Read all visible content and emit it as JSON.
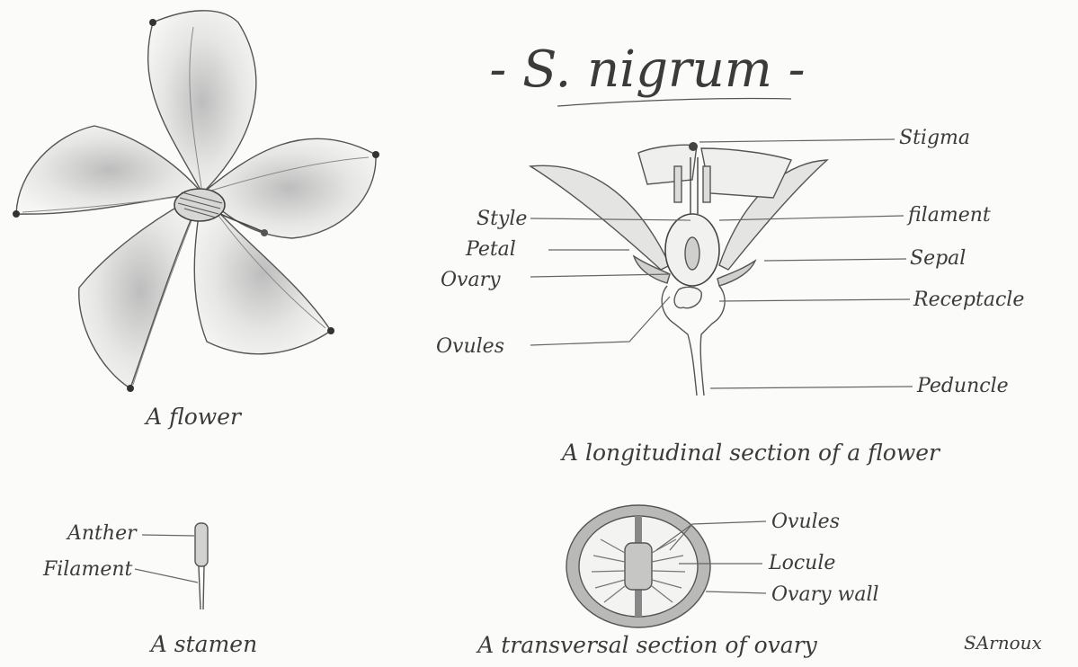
{
  "title": "- S. nigrum -",
  "signature": "SArnoux",
  "colors": {
    "paper": "#fbfbfa",
    "pencil": "#3b3b3b",
    "shade": "#9a9a9a"
  },
  "flower": {
    "caption": "A flower"
  },
  "longitudinal": {
    "caption": "A longitudinal section of a flower",
    "labels": {
      "stigma": "Stigma",
      "style": "Style",
      "filament": "filament",
      "petal": "Petal",
      "sepal": "Sepal",
      "ovary": "Ovary",
      "receptacle": "Receptacle",
      "ovules": "Ovules",
      "peduncle": "Peduncle"
    }
  },
  "stamen": {
    "caption": "A stamen",
    "labels": {
      "anther": "Anther",
      "filament": "Filament"
    }
  },
  "transversal": {
    "caption": "A transversal section of ovary",
    "labels": {
      "ovules": "Ovules",
      "locule": "Locule",
      "ovary_wall": "Ovary wall"
    }
  }
}
